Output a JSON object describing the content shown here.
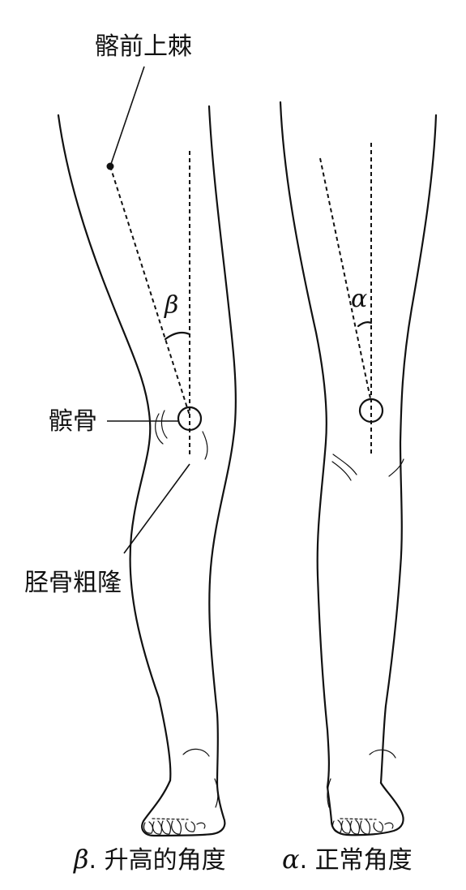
{
  "labels": {
    "asis": "髂前上棘",
    "patella": "髌骨",
    "tibial_tuberosity": "胫骨粗隆"
  },
  "angles": {
    "beta": "β",
    "alpha": "α"
  },
  "caption": {
    "beta_symbol": "β",
    "beta_text": ". 升高的角度",
    "alpha_symbol": "α",
    "alpha_text": ". 正常角度"
  }
}
